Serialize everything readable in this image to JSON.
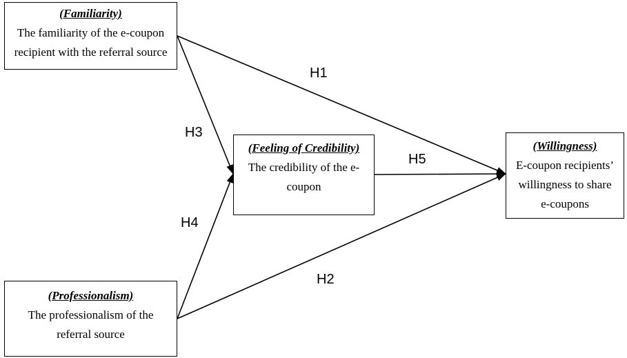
{
  "nodes": {
    "familiarity": {
      "title": "(Familiarity)",
      "lines": [
        "The familiarity of the e-coupon",
        "recipient with the referral source"
      ]
    },
    "credibility": {
      "title": "(Feeling of Credibility)",
      "lines": [
        "The credibility of the e-",
        "coupon"
      ]
    },
    "professionalism": {
      "title": "(Professionalism)",
      "lines": [
        "The professionalism of the",
        "referral source"
      ]
    },
    "willingness": {
      "title": "(Willingness)",
      "lines": [
        "E-coupon recipients’",
        "willingness to share",
        "e-coupons"
      ]
    }
  },
  "hypotheses": {
    "h1": "H1",
    "h2": "H2",
    "h3": "H3",
    "h4": "H4",
    "h5": "H5"
  },
  "edges": [
    {
      "from": "familiarity",
      "to": "willingness",
      "label": "H1"
    },
    {
      "from": "professionalism",
      "to": "willingness",
      "label": "H2"
    },
    {
      "from": "familiarity",
      "to": "credibility",
      "label": "H3"
    },
    {
      "from": "professionalism",
      "to": "credibility",
      "label": "H4"
    },
    {
      "from": "credibility",
      "to": "willingness",
      "label": "H5"
    }
  ]
}
